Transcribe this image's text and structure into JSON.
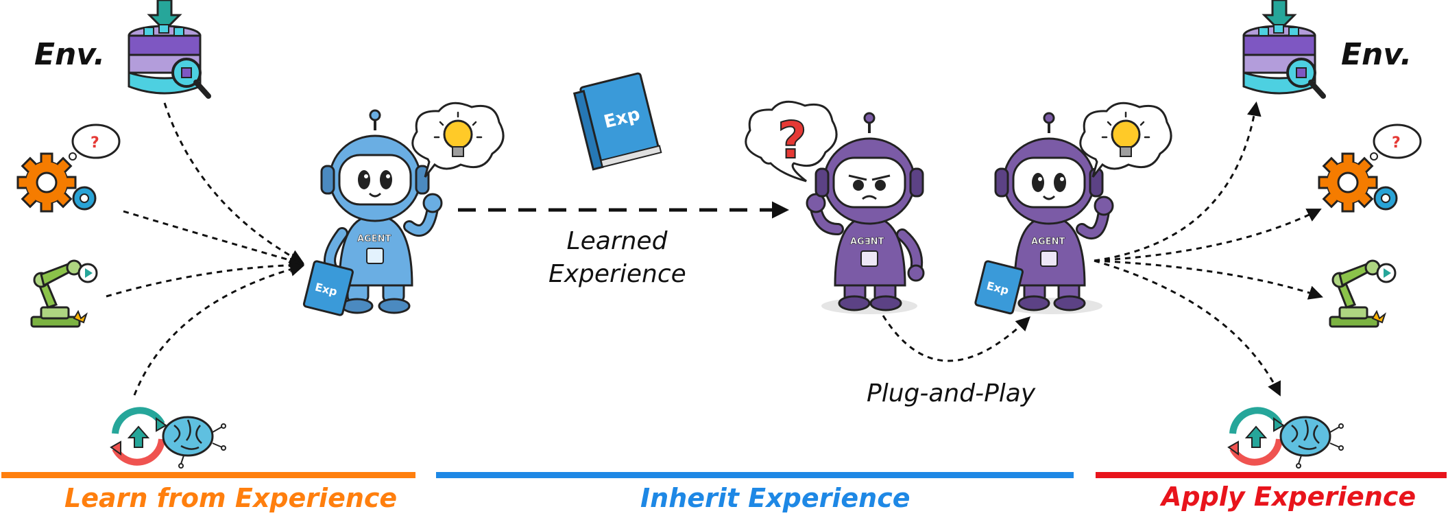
{
  "labels": {
    "env_left": "Env.",
    "env_right": "Env.",
    "learned_line1": "Learned",
    "learned_line2": "Experience",
    "plug_and_play": "Plug-and-Play"
  },
  "icon_text": {
    "book": "Exp",
    "agent_shirt": "AGENT",
    "agent_shirt_alt": "AG∃NT",
    "tablet": "Exp"
  },
  "sections": [
    {
      "label": "Learn from Experience",
      "color": "#ff7f0e"
    },
    {
      "label": "Inherit Experience",
      "color": "#1e88e5"
    },
    {
      "label": "Apply Experience",
      "color": "#e8141c"
    }
  ],
  "colors": {
    "blue_robot": "#6aaee3",
    "purple_robot": "#7b5ba6",
    "book": "#3a9ad9",
    "database_purple": "#7e57c2",
    "database_teal": "#4dd0e1",
    "gear_orange": "#f57c00",
    "gear_blue": "#29a3d6",
    "robot_arm_green": "#8bc34a",
    "cycle_teal": "#26a69a",
    "cycle_red": "#ef5350",
    "brain": "#5fc0e0"
  },
  "icons": [
    "database-search-icon",
    "gear-idea-icon",
    "robot-arm-icon",
    "brain-cycle-icon",
    "lightbulb-icon",
    "question-mark-icon",
    "book-icon"
  ]
}
